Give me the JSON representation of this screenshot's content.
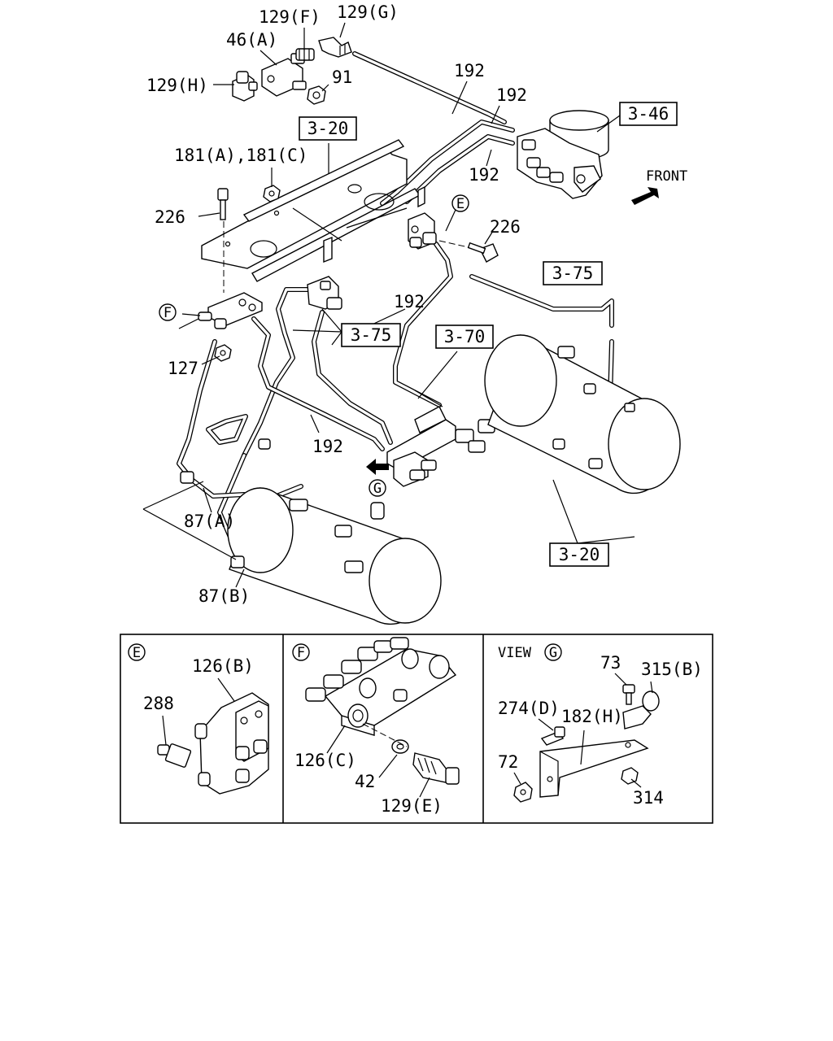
{
  "labels": {
    "l_129F": "129(F)",
    "l_129G": "129(G)",
    "l_46A": "46(A)",
    "l_129H": "129(H)",
    "l_91": "91",
    "l_192_a": "192",
    "l_192_b": "192",
    "l_192_c": "192",
    "l_192_d": "192",
    "l_192_e": "192",
    "l_181": "181(A),181(C)",
    "l_226_a": "226",
    "l_226_b": "226",
    "l_127": "127",
    "l_87A": "87(A)",
    "l_87B": "87(B)",
    "l_front": "FRONT",
    "l_E": "E",
    "l_F": "F",
    "l_G": "G"
  },
  "refs": {
    "r_320_top": "3-20",
    "r_346": "3-46",
    "r_375_a": "3-75",
    "r_375_b": "3-75",
    "r_370": "3-70",
    "r_320_bottom": "3-20"
  },
  "insets": {
    "E": {
      "marker": "E",
      "l_126B": "126(B)",
      "l_288": "288"
    },
    "F": {
      "marker": "F",
      "l_126C": "126(C)",
      "l_42": "42",
      "l_129E": "129(E)"
    },
    "G": {
      "view_label": "VIEW",
      "marker": "G",
      "l_73": "73",
      "l_315B": "315(B)",
      "l_274D": "274(D)",
      "l_182H": "182(H)",
      "l_72": "72",
      "l_314": "314"
    }
  }
}
